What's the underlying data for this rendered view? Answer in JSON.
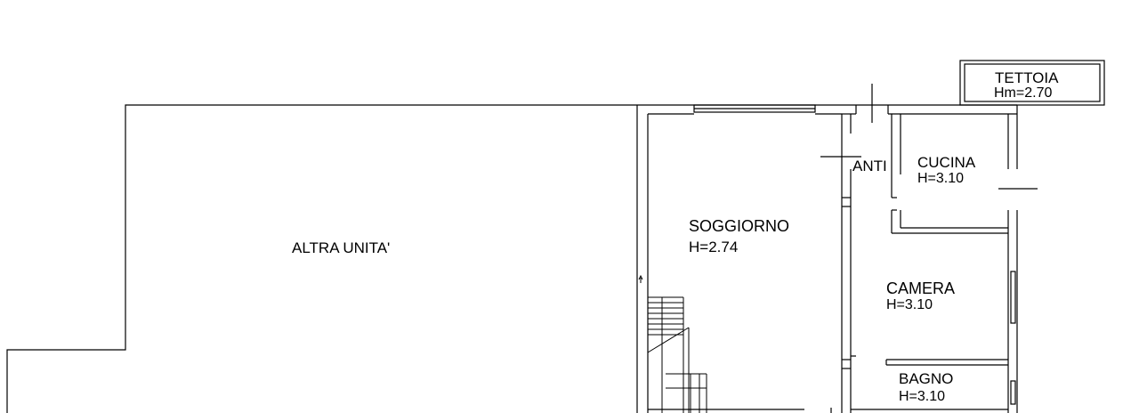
{
  "rooms": {
    "altra_unita": {
      "name": "ALTRA UNITA'"
    },
    "soggiorno": {
      "name": "SOGGIORNO",
      "height": "H=2.74"
    },
    "anti": {
      "name": "ANTI"
    },
    "cucina": {
      "name": "CUCINA",
      "height": "H=3.10"
    },
    "camera": {
      "name": "CAMERA",
      "height": "H=3.10"
    },
    "bagno": {
      "name": "BAGNO",
      "height": "H=3.10"
    },
    "tettoia": {
      "name": "TETTOIA",
      "height": "Hm=2.70"
    }
  }
}
